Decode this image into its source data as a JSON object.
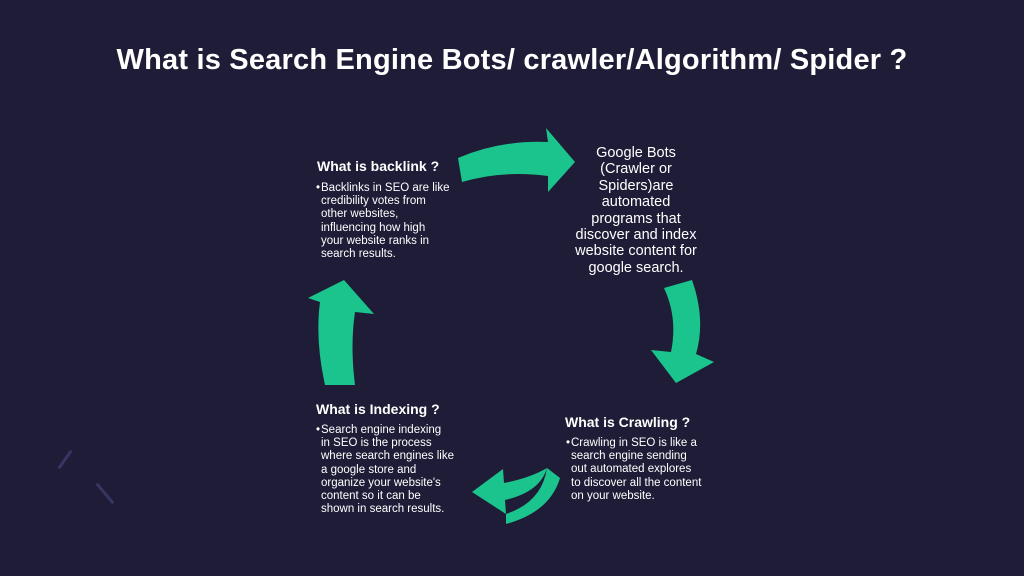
{
  "title": "What is Search Engine Bots/ crawler/Algorithm/ Spider ?",
  "colors": {
    "background": "#1e1c36",
    "arrow_fill": "#1cc48d",
    "text": "#ffffff"
  },
  "nodes": {
    "google_bots": {
      "lines": [
        "Google Bots",
        "(Crawler or",
        "Spiders)are",
        "automated",
        "programs that",
        "discover and index",
        "website content for",
        "google search."
      ]
    },
    "crawling": {
      "heading": "What is Crawling ?",
      "bullet": "•",
      "lines": [
        "Crawling in SEO is like a",
        "search engine sending",
        "out automated explores",
        "to discover all the content",
        "on your website."
      ]
    },
    "indexing": {
      "heading": "What is Indexing ?",
      "bullet": "•",
      "lines": [
        "Search engine indexing",
        "in SEO is the process",
        "where search engines like",
        "a google store and",
        "organize your website's",
        "content so it can be",
        "shown in search results."
      ]
    },
    "backlink": {
      "heading": "What is backlink ?",
      "bullet": "•",
      "lines": [
        "Backlinks in SEO are like",
        "credibility votes from",
        "other websites,",
        "influencing how high",
        "your website ranks in",
        "search results."
      ]
    }
  },
  "arrows": [
    {
      "from": "backlink",
      "to": "google_bots",
      "icon": "curved-arrow-right"
    },
    {
      "from": "google_bots",
      "to": "crawling",
      "icon": "curved-arrow-down"
    },
    {
      "from": "crawling",
      "to": "indexing",
      "icon": "curved-arrow-left"
    },
    {
      "from": "indexing",
      "to": "backlink",
      "icon": "curved-arrow-up"
    }
  ]
}
